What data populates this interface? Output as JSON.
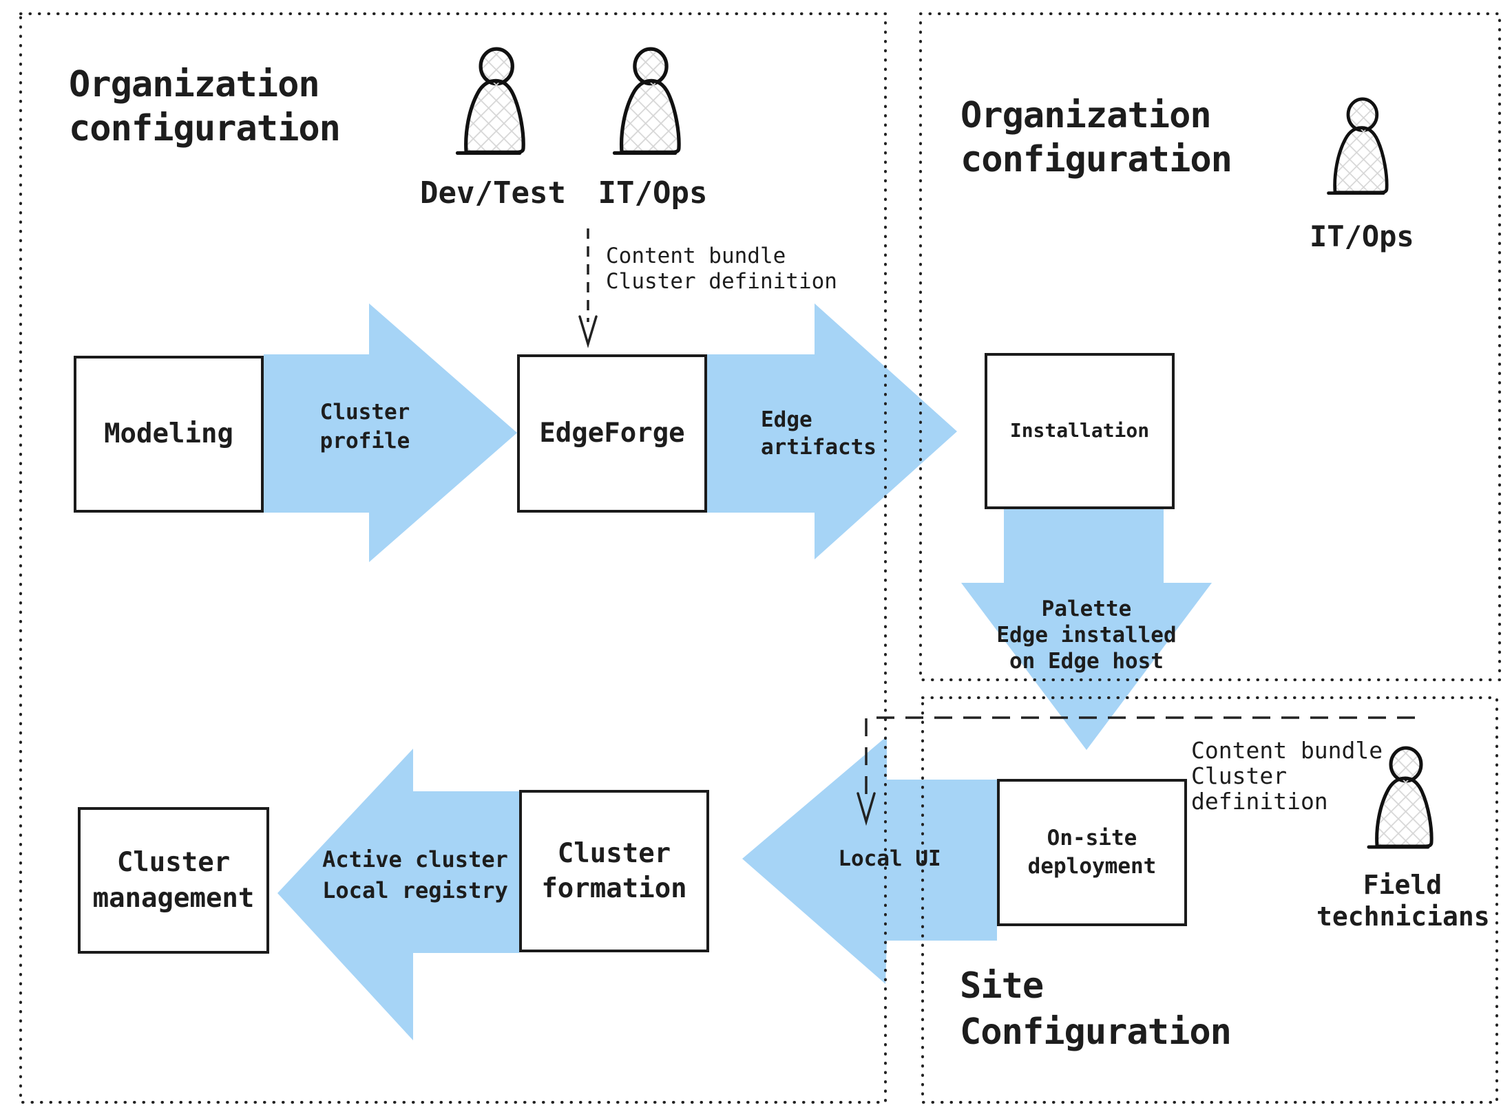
{
  "colors": {
    "arrow_blue": "#a6d4f6",
    "ink": "#1d1d1d",
    "hatch_line": "#d6d6d6"
  },
  "org_config_left": {
    "title": "Organization\nconfiguration",
    "persona_dev_test": "Dev/Test",
    "persona_it_ops": "IT/Ops",
    "annotation": "Content bundle\nCluster definition"
  },
  "org_config_right": {
    "title": "Organization\nconfiguration",
    "persona_it_ops": "IT/Ops"
  },
  "site_config": {
    "title": "Site\nConfiguration",
    "annotation": "Content bundle\nCluster\ndefinition",
    "persona_field_technicians": "Field\ntechnicians"
  },
  "boxes": {
    "modeling": "Modeling",
    "edgeforge": "EdgeForge",
    "installation": "Installation",
    "on_site_deployment": "On-site\ndeployment",
    "cluster_formation": "Cluster\nformation",
    "cluster_management": "Cluster\nmanagement"
  },
  "flows": {
    "cluster_profile": "Cluster\nprofile",
    "edge_artifacts": "Edge\nartifacts",
    "palette_edge_installed": "Palette\nEdge installed\non Edge host",
    "local_ui": "Local UI",
    "active_cluster": "Active cluster\nLocal registry"
  }
}
